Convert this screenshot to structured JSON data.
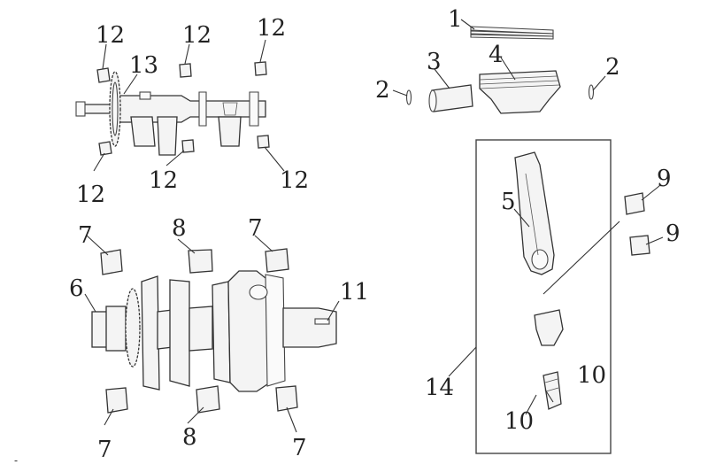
{
  "callouts": {
    "c1": "1",
    "c2a": "2",
    "c2b": "2",
    "c3": "3",
    "c4": "4",
    "c5": "5",
    "c6": "6",
    "c7a": "7",
    "c7b": "7",
    "c7c": "7",
    "c7d": "7",
    "c8a": "8",
    "c8b": "8",
    "c9a": "9",
    "c9b": "9",
    "c10a": "10",
    "c10b": "10",
    "c11": "11",
    "c12a": "12",
    "c12b": "12",
    "c12c": "12",
    "c12d": "12",
    "c12e": "12",
    "c12f": "12",
    "c13": "13",
    "c14": "14"
  },
  "corner_mark": "-"
}
